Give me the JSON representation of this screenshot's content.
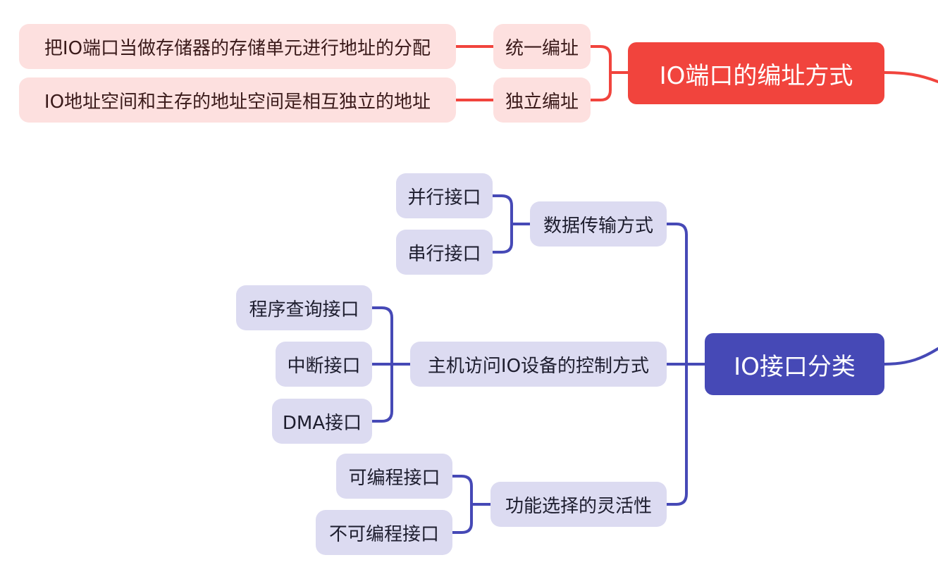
{
  "colors": {
    "red_root": "#f1443d",
    "red_node_bg": "#fde0df",
    "red_line": "#f1443d",
    "blue_root": "#4649b6",
    "blue_node_bg": "#dcdbf1",
    "blue_line": "#4649b6"
  },
  "addressing": {
    "root": "IO端口的编址方式",
    "unified": {
      "label": "统一编址",
      "detail": "把IO端口当做存储器的存储单元进行地址的分配"
    },
    "independent": {
      "label": "独立编址",
      "detail": "IO地址空间和主存的地址空间是相互独立的地址"
    }
  },
  "interfaces": {
    "root": "IO接口分类",
    "transfer": {
      "label": "数据传输方式",
      "children": [
        "并行接口",
        "串行接口"
      ]
    },
    "control": {
      "label": "主机访问IO设备的控制方式",
      "children": [
        "程序查询接口",
        "中断接口",
        "DMA接口"
      ]
    },
    "flexibility": {
      "label": "功能选择的灵活性",
      "children": [
        "可编程接口",
        "不可编程接口"
      ]
    }
  }
}
